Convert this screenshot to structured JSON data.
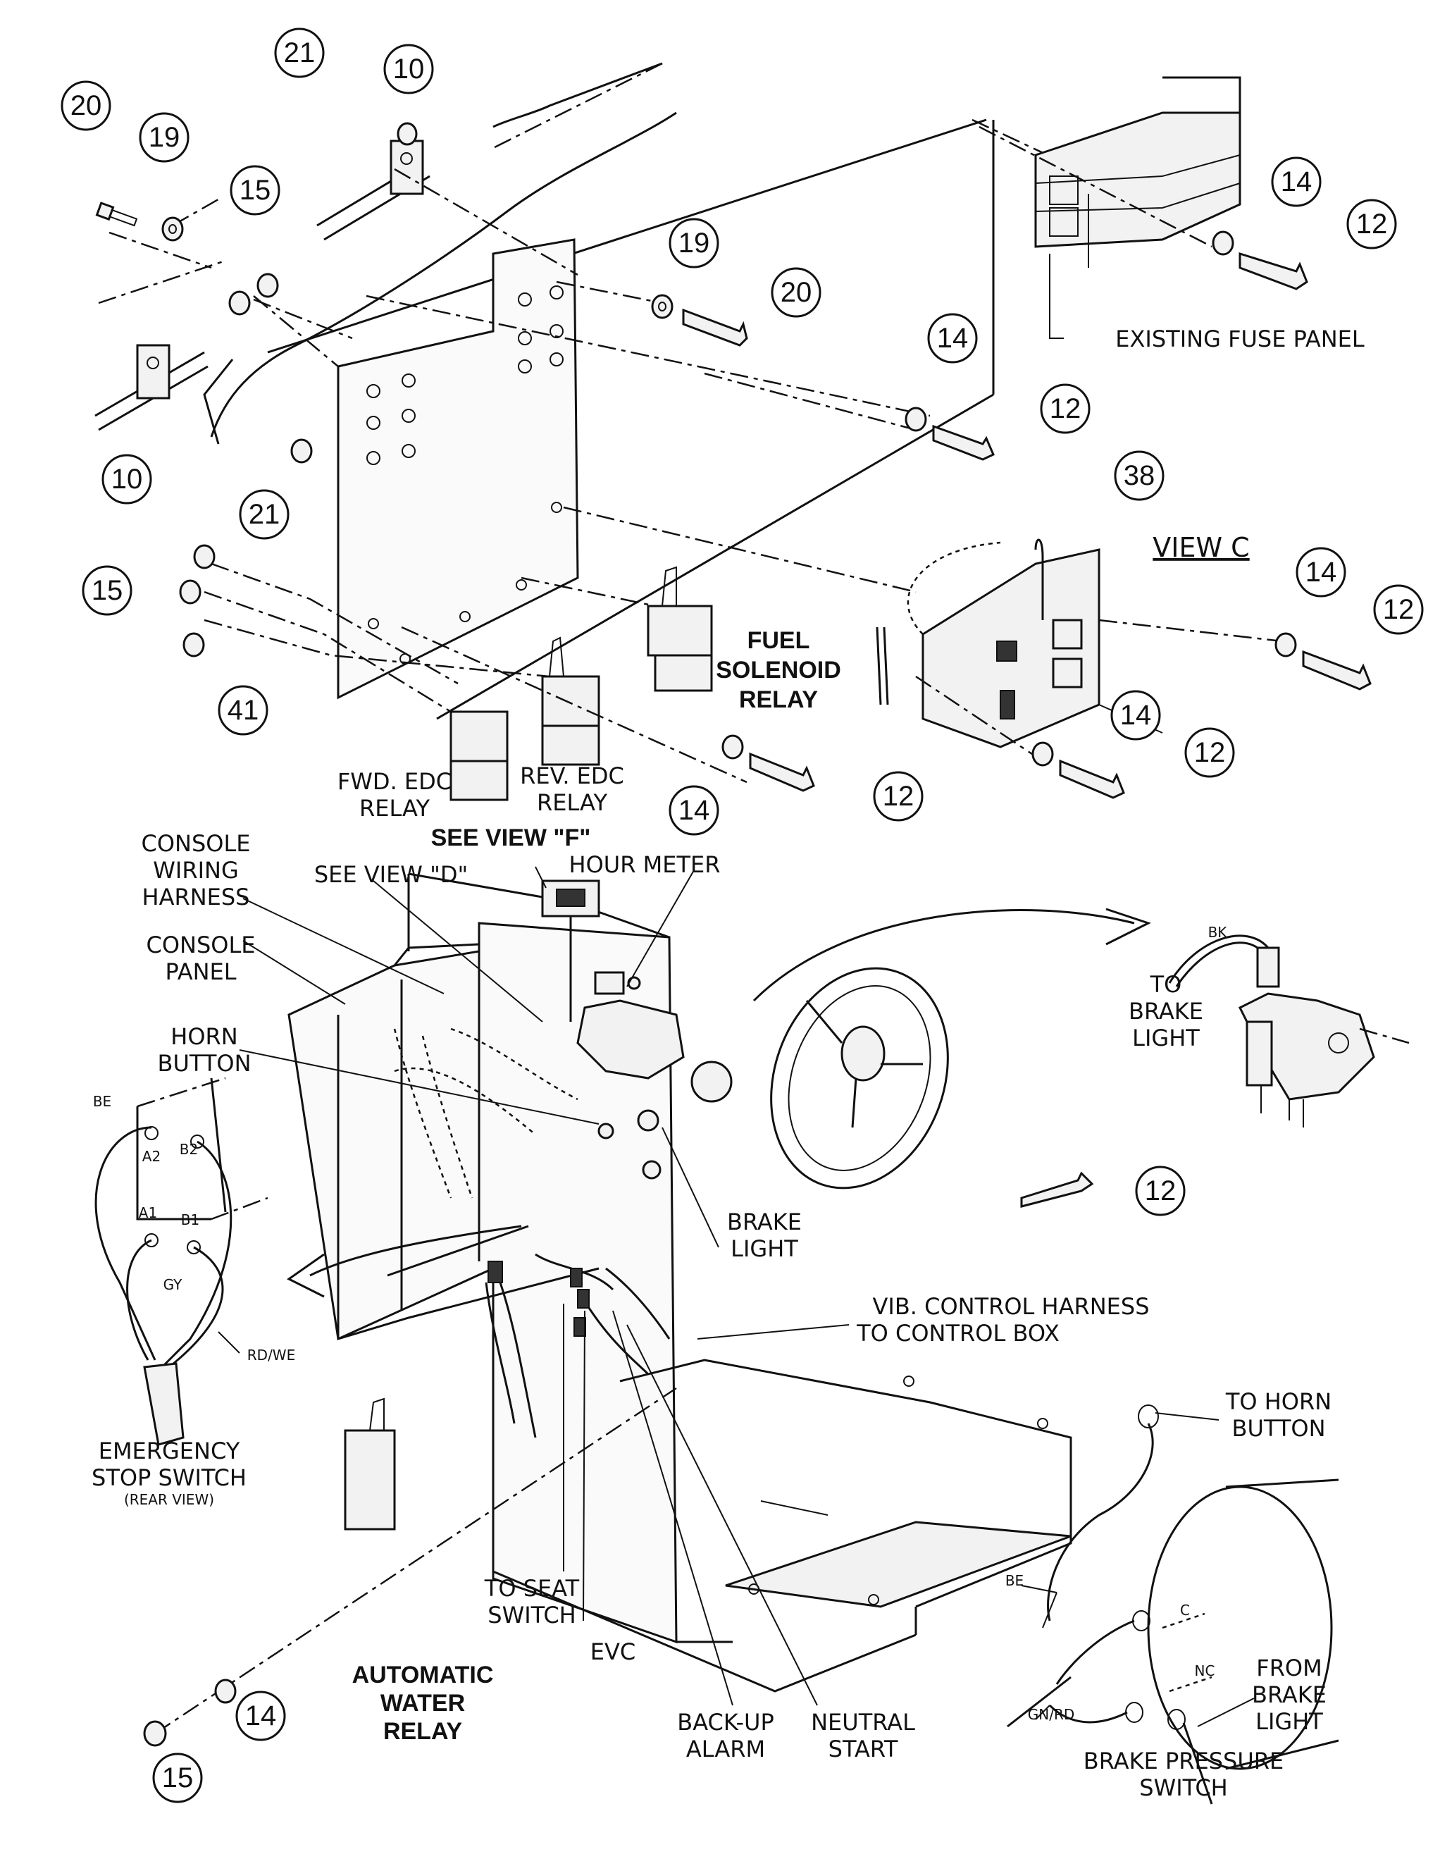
{
  "callouts": {
    "c21a": "21",
    "c10a": "10",
    "c20a": "20",
    "c19a": "19",
    "c15a": "15",
    "c19b": "19",
    "c20b": "20",
    "c14a": "14",
    "c12a": "12",
    "c14b": "14",
    "c12b": "12",
    "c10b": "10",
    "c21b": "21",
    "c38": "38",
    "c14c": "14",
    "c12c": "12",
    "c15b": "15",
    "c41": "41",
    "c14d": "14",
    "c12d": "12",
    "c14e": "14",
    "c12e": "12",
    "c12f": "12",
    "c14f": "14",
    "c15c": "15"
  },
  "labels": {
    "existing_fuse_panel": "EXISTING FUSE PANEL",
    "view_c": "VIEW C",
    "fuel_solenoid_relay": [
      "FUEL",
      "SOLENOID",
      "RELAY"
    ],
    "fwd_edc_relay": [
      "FWD. EDC",
      "RELAY"
    ],
    "rev_edc_relay": [
      "REV. EDC",
      "RELAY"
    ],
    "console_wiring_harness": [
      "CONSOLE",
      "WIRING",
      "HARNESS"
    ],
    "see_view_d": "SEE VIEW \"D\"",
    "see_view_f": "SEE VIEW \"F\"",
    "hour_meter": "HOUR METER",
    "console_panel": [
      "CONSOLE",
      "PANEL"
    ],
    "horn_button": [
      "HORN",
      "BUTTON"
    ],
    "to_brake_light": [
      "TO",
      "BRAKE",
      "LIGHT"
    ],
    "bk": "BK",
    "be_top": "BE",
    "a2": "A2",
    "b2": "B2",
    "a1": "A1",
    "b1": "B1",
    "gy": "GY",
    "rd_we": "RD/WE",
    "brake_light": [
      "BRAKE",
      "LIGHT"
    ],
    "emergency_stop_switch": [
      "EMERGENCY",
      "STOP SWITCH"
    ],
    "rear_view": "(REAR VIEW)",
    "vib_control_harness": [
      "VIB. CONTROL HARNESS",
      "TO CONTROL BOX"
    ],
    "to_horn_button": [
      "TO HORN",
      "BUTTON"
    ],
    "to_seat_switch": [
      "TO SEAT",
      "SWITCH"
    ],
    "evc": "EVC",
    "back_up_alarm": [
      "BACK-UP",
      "ALARM"
    ],
    "neutral_start": [
      "NEUTRAL",
      "START"
    ],
    "automatic_water_relay": [
      "AUTOMATIC",
      "WATER",
      "RELAY"
    ],
    "be_bottom": "BE",
    "gn_rd": "GN/RD",
    "c_mark": "C",
    "nc_mark": "NC",
    "from_brake_light": [
      "FROM",
      "BRAKE",
      "LIGHT"
    ],
    "brake_pressure_switch": [
      "BRAKE PRESSURE",
      "SWITCH"
    ]
  }
}
